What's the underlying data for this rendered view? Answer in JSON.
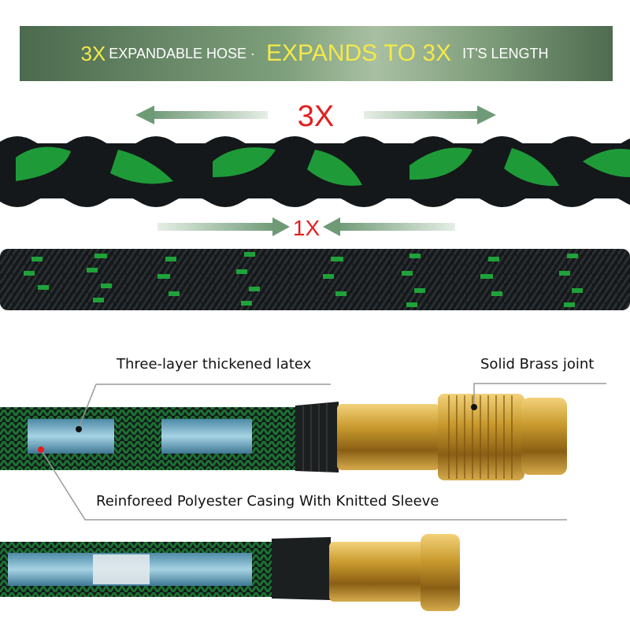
{
  "banner": {
    "part1": "3X",
    "part2": "EXPANDABLE HOSE ·",
    "part3": "EXPANDS TO 3X",
    "part4": "IT'S LENGTH"
  },
  "expanded_label": "3X",
  "retracted_label": "1X",
  "callouts": {
    "latex": "Three-layer thickened latex",
    "brass": "Solid Brass joint",
    "casing": "Reinforeed Polyester Casing With Knitted Sleeve"
  },
  "colors": {
    "hose_black": "#14181a",
    "hose_green": "#1fa23a",
    "latex_blue": "#6fa9c2",
    "brass": "#c99a2e",
    "label_red": "#e41e1e",
    "banner_yellow": "#f3e94a"
  }
}
